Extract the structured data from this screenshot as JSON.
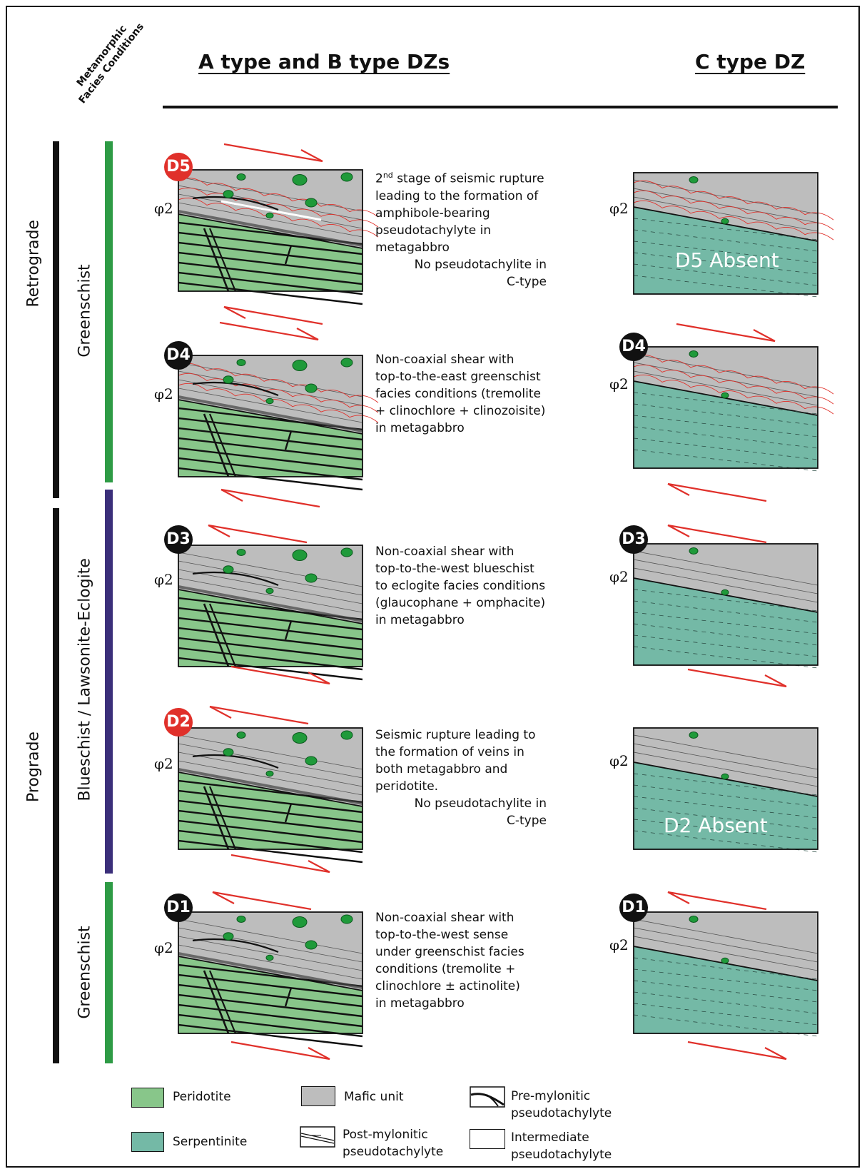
{
  "header": {
    "corner_label_line1": "Metamorphic",
    "corner_label_line2": "Facies Conditions",
    "col_ab_title": "A type and B type DZs",
    "col_c_title": "C type DZ"
  },
  "phases": [
    {
      "label": "Retrograde"
    },
    {
      "label": "Prograde"
    }
  ],
  "facies": [
    {
      "label": "Greenschist",
      "color": "#2e9b45"
    },
    {
      "label": "Blueschist / Lawsonite-Eclogite",
      "color": "#3b2f7a"
    },
    {
      "label": "Greenschist",
      "color": "#2e9b45"
    }
  ],
  "phi_label": "φ2",
  "stages": [
    {
      "id": "D5",
      "badge_color": "#e0302a",
      "ab_desc": [
        "2",
        "nd",
        " stage of seismic rupture",
        "leading to the formation of",
        "amphibole-bearing",
        "pseudotachylyte in",
        "metagabbro"
      ],
      "ab_note": [
        "No pseudotachylite in",
        "C-type"
      ],
      "c_badge": false,
      "c_absent": "D5 Absent"
    },
    {
      "id": "D4",
      "badge_color": "#111111",
      "ab_desc": [
        "Non-coaxial shear with",
        "top-to-the-east greenschist",
        "facies conditions (tremolite",
        "+ clinochlore + clinozoisite)",
        "in metagabbro"
      ],
      "c_badge": true
    },
    {
      "id": "D3",
      "badge_color": "#111111",
      "ab_desc": [
        "Non-coaxial shear with",
        "top-to-the-west blueschist",
        "to eclogite facies conditions",
        "(glaucophane + omphacite)",
        "in metagabbro"
      ],
      "c_badge": true
    },
    {
      "id": "D2",
      "badge_color": "#e0302a",
      "ab_desc": [
        "Seismic rupture leading to",
        "the formation of veins in",
        "both metagabbro and",
        "peridotite."
      ],
      "ab_note": [
        "No pseudotachylite in",
        "C-type"
      ],
      "c_badge": false,
      "c_absent": "D2 Absent"
    },
    {
      "id": "D1",
      "badge_color": "#111111",
      "ab_desc": [
        "Non-coaxial shear with",
        "top-to-the-west sense",
        "under greenschist facies",
        "conditions (tremolite +",
        "clinochlore ± actinolite)",
        "in metagabbro"
      ],
      "c_badge": true
    }
  ],
  "legend": [
    {
      "label": "Peridotite",
      "swatch": "peridotite",
      "color": "#88c68a"
    },
    {
      "label": "Mafic unit",
      "swatch": "mafic",
      "color": "#bdbdbd"
    },
    {
      "label": "Pre-mylonitic pseudotachylyte",
      "label1": "Pre-mylonitic",
      "label2": "pseudotachylyte",
      "swatch": "pre"
    },
    {
      "label": "Serpentinite",
      "swatch": "serpentinite",
      "color": "#74b9a6"
    },
    {
      "label": "Post-mylonitic pseudotachylyte",
      "label1": "Post-mylonitic",
      "label2": "pseudotachylyte",
      "swatch": "post"
    },
    {
      "label": "Intermediate pseudotachylyte",
      "label1": "Intermediate",
      "label2": "pseudotachylyte",
      "swatch": "inter"
    }
  ],
  "colors": {
    "peridotite": "#88c68a",
    "serpentinite": "#74b9a6",
    "mafic": "#bdbdbd",
    "shear_arrow": "#e0302a",
    "garnet": "#1f9a3a"
  }
}
